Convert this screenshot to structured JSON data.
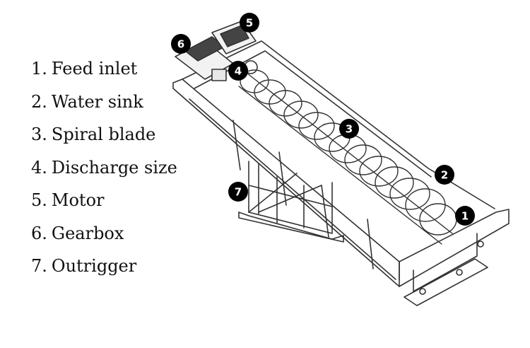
{
  "legend": [
    {
      "num": "1.",
      "label": "Feed inlet"
    },
    {
      "num": "2.",
      "label": "Water sink"
    },
    {
      "num": "3.",
      "label": "Spiral blade"
    },
    {
      "num": "4.",
      "label": "Discharge size"
    },
    {
      "num": "5.",
      "label": "Motor"
    },
    {
      "num": "6.",
      "label": "Gearbox"
    },
    {
      "num": "7.",
      "label": "Outrigger"
    }
  ],
  "callouts": [
    {
      "id": "1",
      "label": "1"
    },
    {
      "id": "2",
      "label": "2"
    },
    {
      "id": "3",
      "label": "3"
    },
    {
      "id": "4",
      "label": "4"
    },
    {
      "id": "5",
      "label": "5"
    },
    {
      "id": "6",
      "label": "6"
    },
    {
      "id": "7",
      "label": "7"
    }
  ],
  "colors": {
    "line": "#333333",
    "callout_bg": "#000000",
    "callout_text": "#ffffff"
  }
}
